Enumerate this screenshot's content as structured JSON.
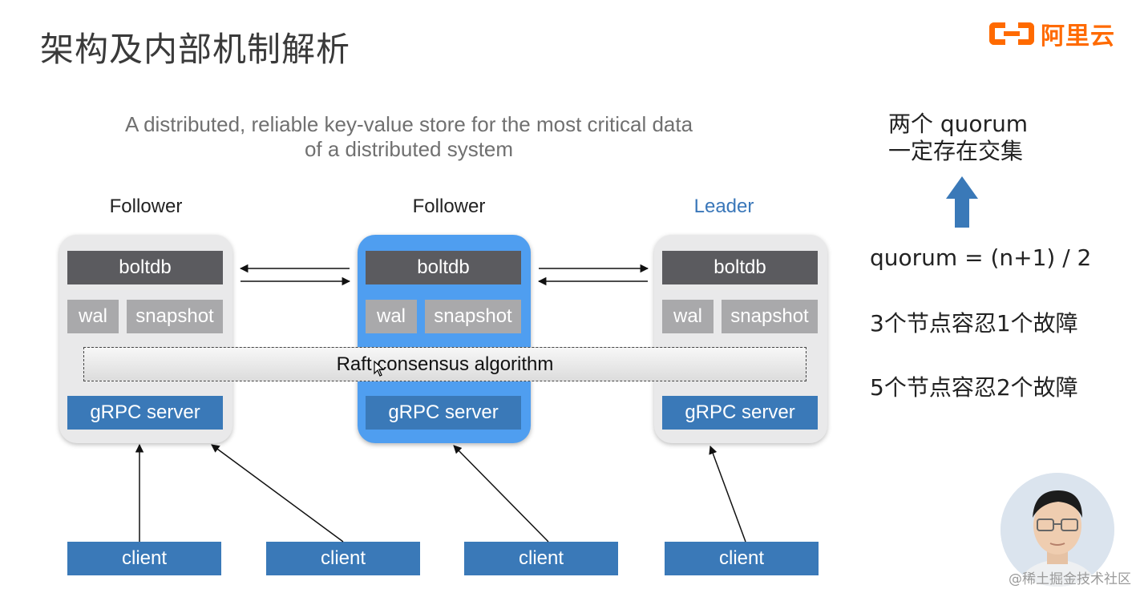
{
  "title": "架构及内部机制解析",
  "logo_text": "阿里云",
  "subtitle_line1": "A distributed, reliable key-value store for the most critical data",
  "subtitle_line2": "of a distributed system",
  "nodes": [
    {
      "role": "Follower",
      "boltdb": "boltdb",
      "wal": "wal",
      "snapshot": "snapshot",
      "grpc": "gRPC server"
    },
    {
      "role": "Follower",
      "boltdb": "boltdb",
      "wal": "wal",
      "snapshot": "snapshot",
      "grpc": "gRPC server"
    },
    {
      "role": "Leader",
      "boltdb": "boltdb",
      "wal": "wal",
      "snapshot": "snapshot",
      "grpc": "gRPC server"
    }
  ],
  "raft_label": "Raft consensus algorithm",
  "clients": [
    "client",
    "client",
    "client",
    "client"
  ],
  "side": {
    "quorum_line1": "两个 quorum",
    "quorum_line2": "一定存在交集",
    "formula": "quorum = (n+1) / 2",
    "fault3": "3个节点容忍1个故障",
    "fault5": "5个节点容忍2个故障"
  },
  "watermark": "@稀土掘金技术社区",
  "colors": {
    "accent_blue": "#3a79b8",
    "active_node": "#4f9ef0",
    "leader_text": "#3a77b9",
    "logo_orange": "#ff6a00"
  }
}
